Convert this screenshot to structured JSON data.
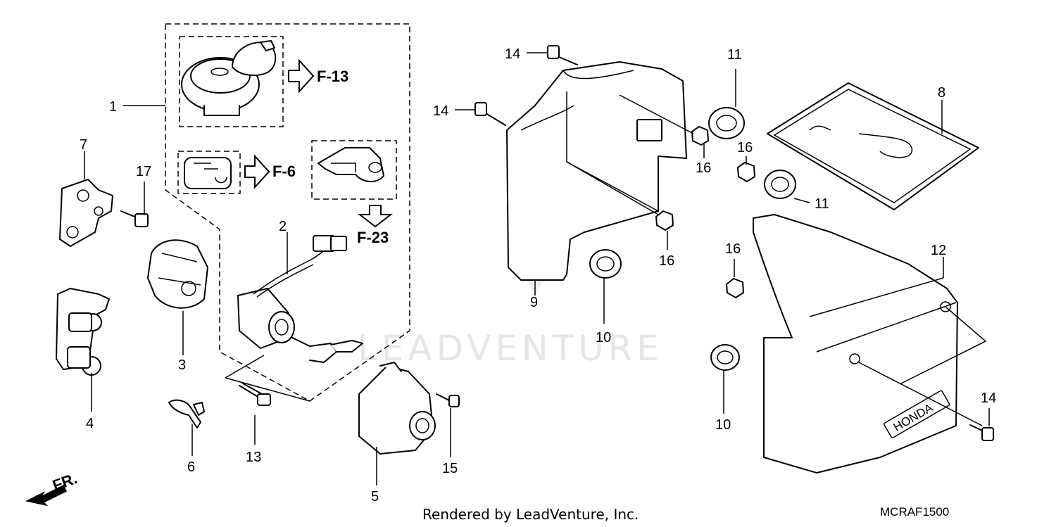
{
  "callouts": {
    "c1": "1",
    "c2": "2",
    "c3": "3",
    "c4": "4",
    "c5": "5",
    "c6": "6",
    "c7": "7",
    "c8": "8",
    "c9": "9",
    "c10a": "10",
    "c10b": "10",
    "c11a": "11",
    "c11b": "11",
    "c12": "12",
    "c13": "13",
    "c14a": "14",
    "c14b": "14",
    "c14c": "14",
    "c15": "15",
    "c16a": "16",
    "c16b": "16",
    "c16c": "16",
    "c16d": "16",
    "c17": "17"
  },
  "references": {
    "f13": "F-13",
    "f6": "F-6",
    "f23": "F-23"
  },
  "front_marker": "FR.",
  "emblem_text": "HONDA",
  "watermark": "LEADVENTURE",
  "footer": {
    "rendered_by": "Rendered by LeadVenture, Inc.",
    "diagram_code": "MCRAF1500"
  }
}
